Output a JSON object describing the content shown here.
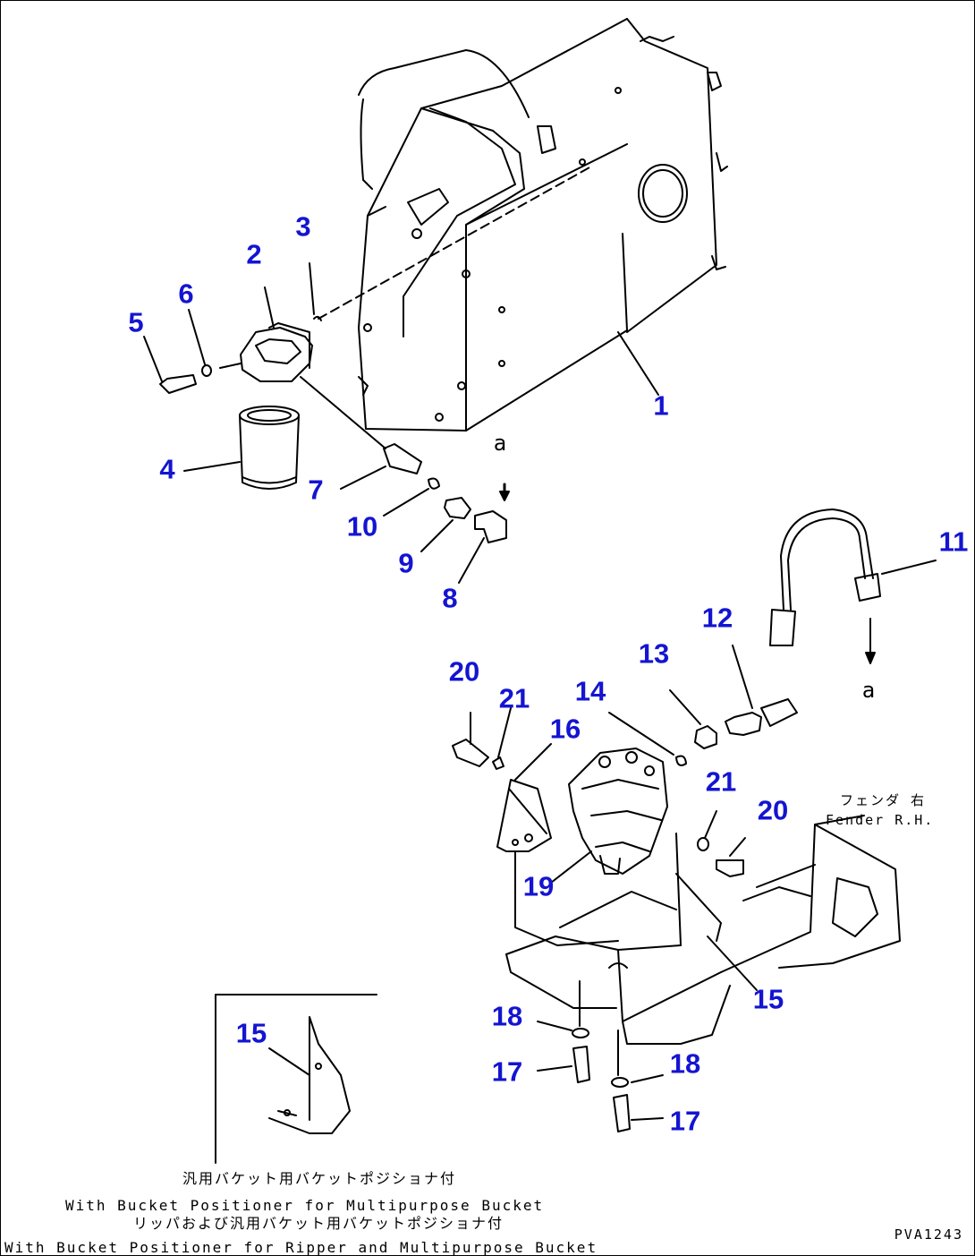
{
  "callouts": {
    "c1": "1",
    "c2": "2",
    "c3": "3",
    "c4": "4",
    "c5": "5",
    "c6": "6",
    "c7": "7",
    "c8": "8",
    "c9": "9",
    "c10": "10",
    "c11": "11",
    "c12": "12",
    "c13": "13",
    "c14": "14",
    "c15a": "15",
    "c15b": "15",
    "c16": "16",
    "c17a": "17",
    "c17b": "17",
    "c18a": "18",
    "c18b": "18",
    "c19": "19",
    "c20a": "20",
    "c20b": "20",
    "c21a": "21",
    "c21b": "21"
  },
  "reference_marks": {
    "a_top": "a",
    "a_bottom": "a"
  },
  "fender_label": {
    "jp": "フェンダ 右",
    "en": "Fender R.H."
  },
  "captions": {
    "line1": "汎用バケット用バケットポジショナ付",
    "line2": "With Bucket Positioner for Multipurpose Bucket",
    "line3": "リッパおよび汎用バケット用バケットポジショナ付",
    "line4": "With Bucket Positioner for Ripper and Multipurpose Bucket"
  },
  "drawing_number": "PVA1243"
}
